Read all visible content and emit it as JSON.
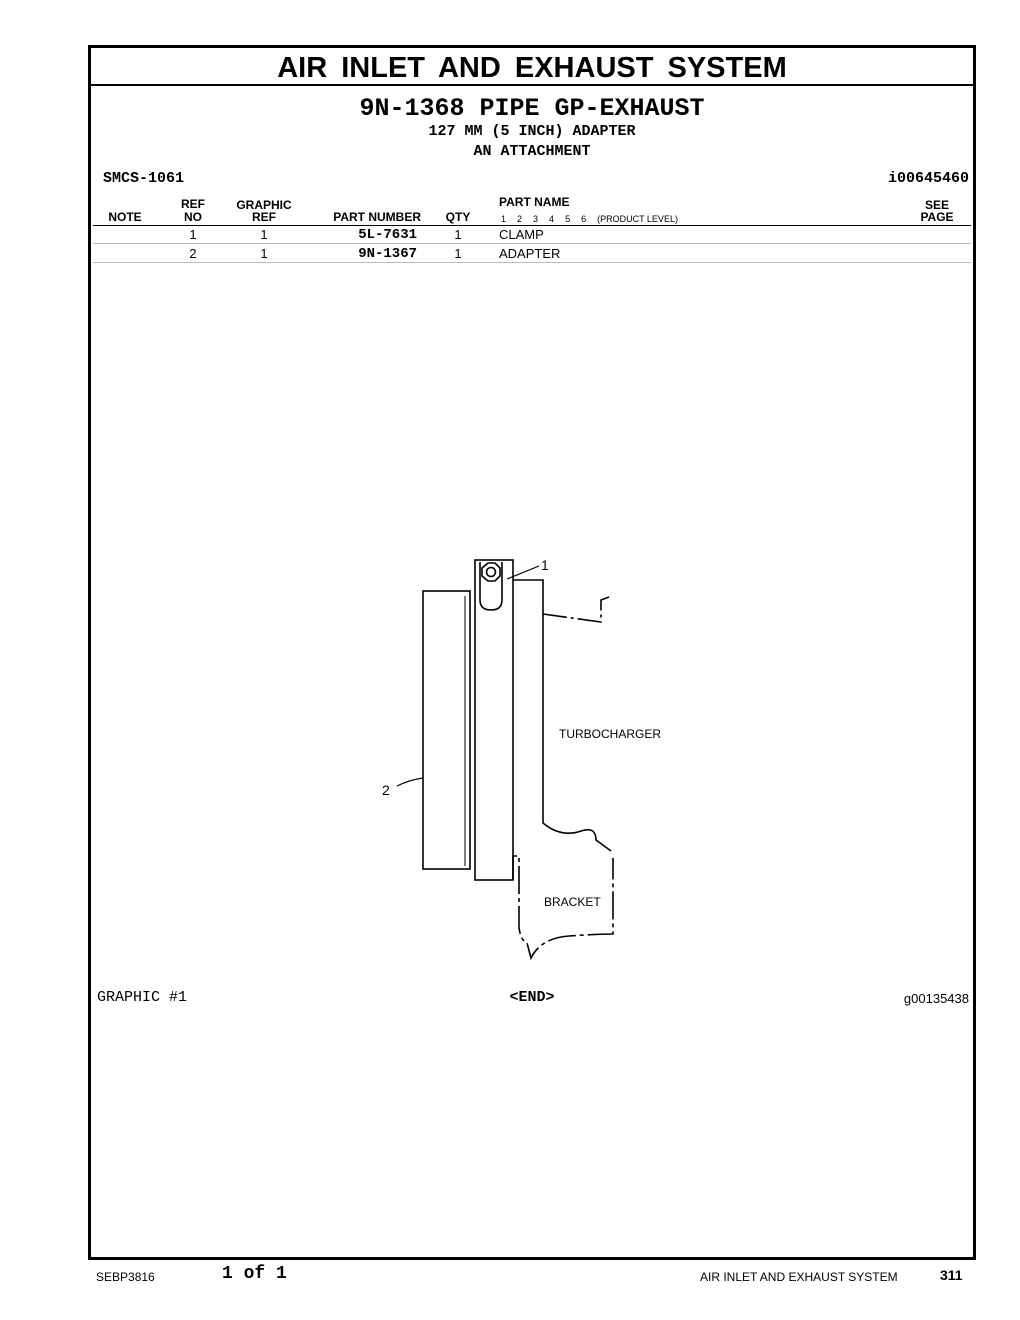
{
  "section_title": "AIR INLET AND EXHAUST SYSTEM",
  "group": {
    "title": "9N-1368 PIPE GP-EXHAUST",
    "subtitle_1": "127 MM (5 INCH) ADAPTER",
    "subtitle_2": "AN ATTACHMENT"
  },
  "smcs": "SMCS-1061",
  "doc_id": "i00645460",
  "table": {
    "headers": {
      "note": "NOTE",
      "ref_top": "REF",
      "ref_bottom": "NO",
      "graphic_top": "GRAPHIC",
      "graphic_bottom": "REF",
      "part_number": "PART NUMBER",
      "qty": "QTY",
      "part_name": "PART NAME",
      "product_levels": [
        "1",
        "2",
        "3",
        "4",
        "5",
        "6"
      ],
      "product_level_label": "(PRODUCT LEVEL)",
      "see_top": "SEE",
      "see_bottom": "PAGE"
    },
    "rows": [
      {
        "note": "",
        "ref_no": "1",
        "graphic_ref": "1",
        "part_number": "5L-7631",
        "qty": "1",
        "part_name": "CLAMP",
        "see_page": ""
      },
      {
        "note": "",
        "ref_no": "2",
        "graphic_ref": "1",
        "part_number": "9N-1367",
        "qty": "1",
        "part_name": "ADAPTER",
        "see_page": ""
      }
    ]
  },
  "illustration": {
    "callout_1": "1",
    "callout_2": "2",
    "label_turbocharger": "TURBOCHARGER",
    "label_bracket": "BRACKET"
  },
  "graphic_label": "GRAPHIC #1",
  "end_marker": "<END>",
  "graphic_id": "g00135438",
  "footer": {
    "doc_number": "SEBP3816",
    "page_of": "1 of 1",
    "section": "AIR INLET AND EXHAUST SYSTEM",
    "page_number": "311"
  }
}
